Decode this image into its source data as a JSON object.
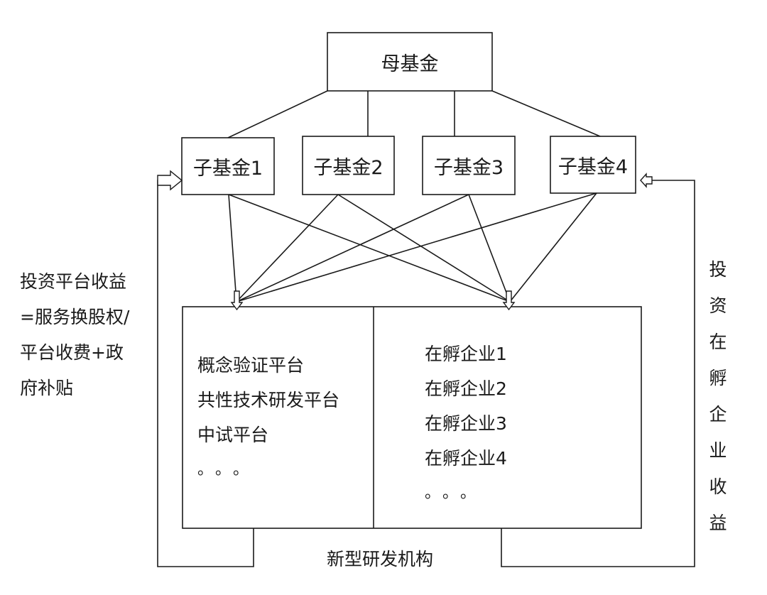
{
  "mother_fund": "母基金",
  "sub_funds": [
    "子基金1",
    "子基金2",
    "子基金3",
    "子基金4"
  ],
  "platforms": [
    "概念验证平台",
    "共性技术研发平台",
    "中试平台",
    "。。。"
  ],
  "incubated_companies": [
    "在孵企业1",
    "在孵企业2",
    "在孵企业3",
    "在孵企业4",
    "。。。"
  ],
  "left_flow_label": [
    "投资平台收益",
    "=服务换股权/",
    "平台收费+政",
    "府补贴"
  ],
  "right_flow_label": [
    "投",
    "资",
    "在",
    "孵",
    "企",
    "业",
    "收",
    "益"
  ],
  "institution_label": "新型研发机构"
}
